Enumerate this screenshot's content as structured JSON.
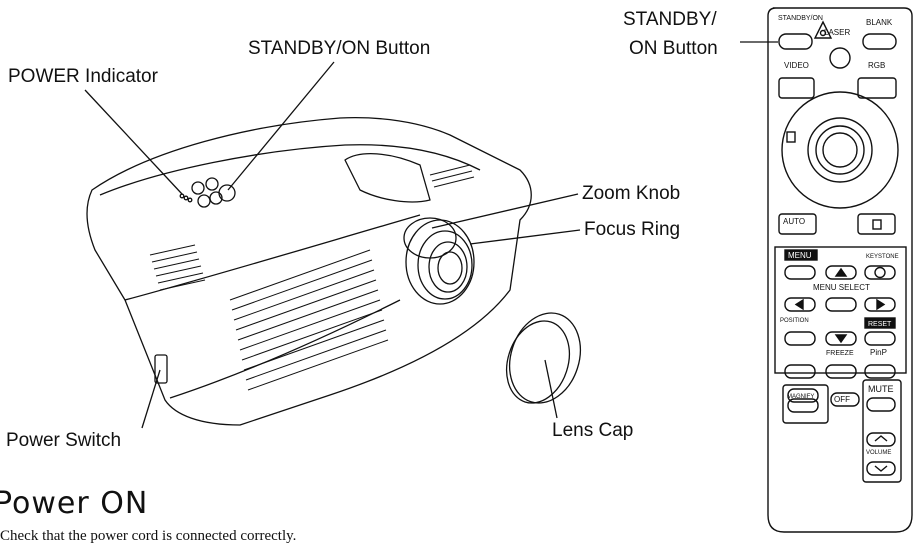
{
  "callouts": {
    "standby_button": "STANDBY/ON Button",
    "power_indicator": "POWER Indicator",
    "zoom_knob": "Zoom Knob",
    "focus_ring": "Focus Ring",
    "lens_cap": "Lens Cap",
    "power_switch": "Power Switch",
    "remote_standby_line1": "STANDBY/",
    "remote_standby_line2": "ON Button"
  },
  "section": {
    "heading": "Power ON",
    "text": "Check that the power cord is connected correctly."
  },
  "remote": {
    "standby_on": "STANDBY/ON",
    "blank": "BLANK",
    "laser": "LASER",
    "video": "VIDEO",
    "rgb": "RGB",
    "auto": "AUTO",
    "menu": "MENU",
    "keystone": "KEYSTONE",
    "menu_select": "MENU SELECT",
    "position": "POSITION",
    "reset": "RESET",
    "freeze": "FREEZE",
    "pinp": "PinP",
    "magnify": "MAGNIFY",
    "mute": "MUTE",
    "off": "OFF",
    "volume": "VOLUME"
  }
}
